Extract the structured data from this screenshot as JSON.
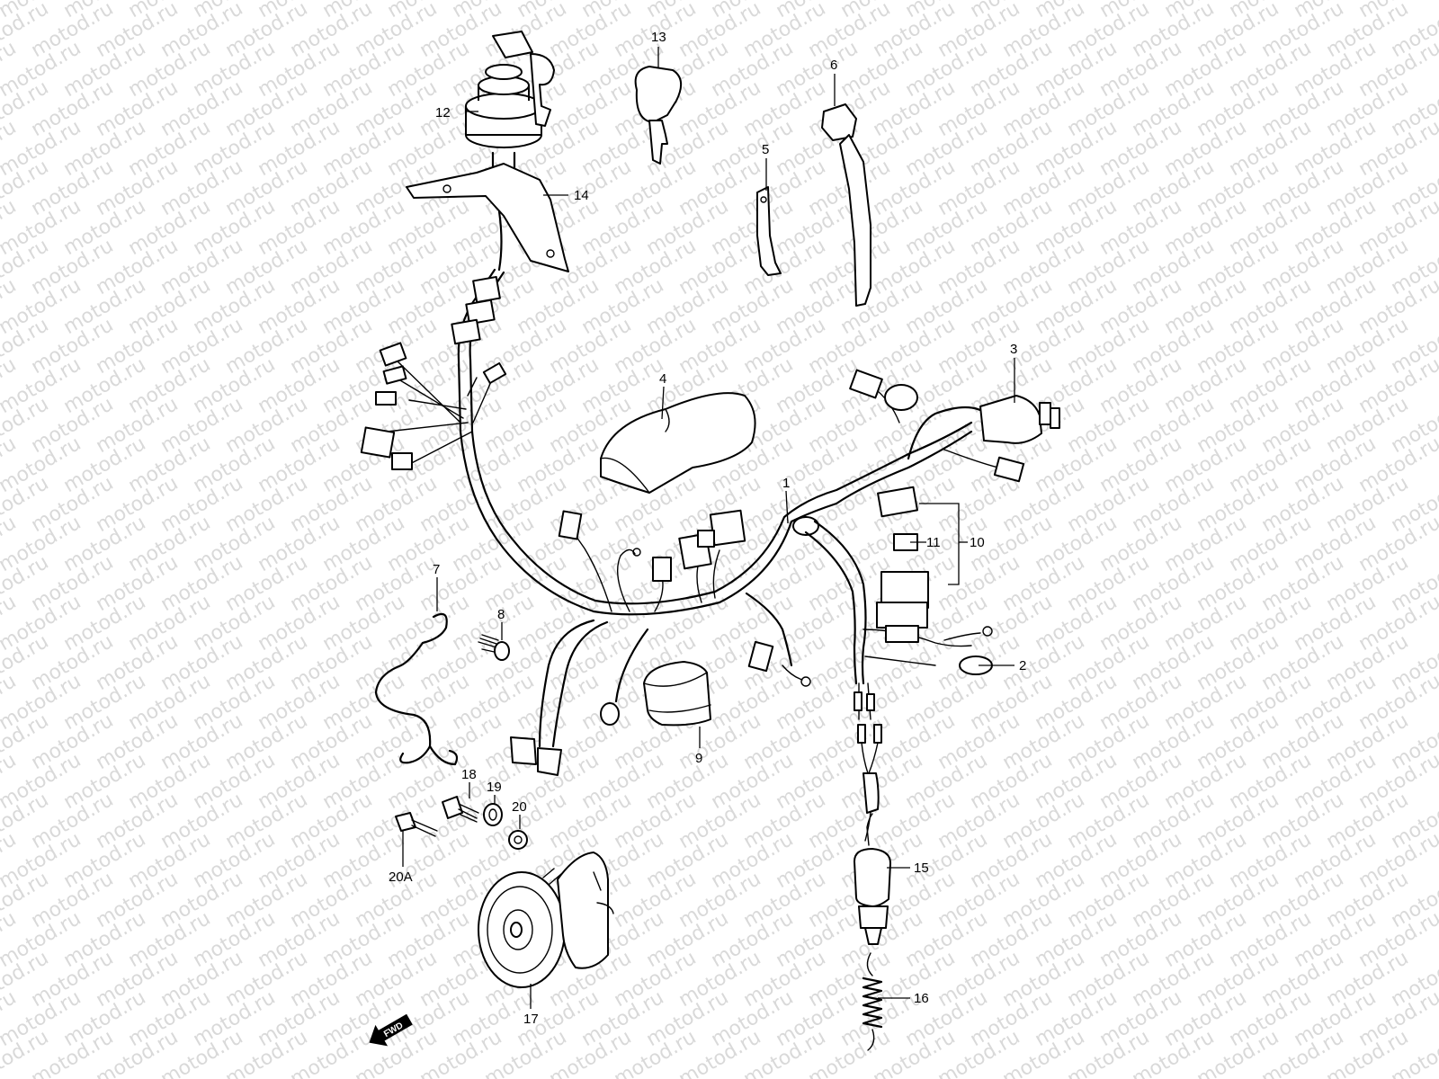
{
  "watermark": {
    "text": "motod.ru",
    "color": "#d9d9d9"
  },
  "direction_marker": {
    "label": "FWD",
    "icon": "arrow-left-icon"
  },
  "callouts": [
    {
      "id": "c1",
      "label": "1"
    },
    {
      "id": "c2",
      "label": "2"
    },
    {
      "id": "c3",
      "label": "3"
    },
    {
      "id": "c4",
      "label": "4"
    },
    {
      "id": "c5",
      "label": "5"
    },
    {
      "id": "c6",
      "label": "6"
    },
    {
      "id": "c7",
      "label": "7"
    },
    {
      "id": "c8",
      "label": "8"
    },
    {
      "id": "c9",
      "label": "9"
    },
    {
      "id": "c10",
      "label": "10"
    },
    {
      "id": "c11",
      "label": "11"
    },
    {
      "id": "c12",
      "label": "12"
    },
    {
      "id": "c13",
      "label": "13"
    },
    {
      "id": "c14",
      "label": "14"
    },
    {
      "id": "c15",
      "label": "15"
    },
    {
      "id": "c16",
      "label": "16"
    },
    {
      "id": "c17",
      "label": "17"
    },
    {
      "id": "c18",
      "label": "18"
    },
    {
      "id": "c19",
      "label": "19"
    },
    {
      "id": "c20",
      "label": "20"
    },
    {
      "id": "c20a",
      "label": "20A"
    }
  ]
}
